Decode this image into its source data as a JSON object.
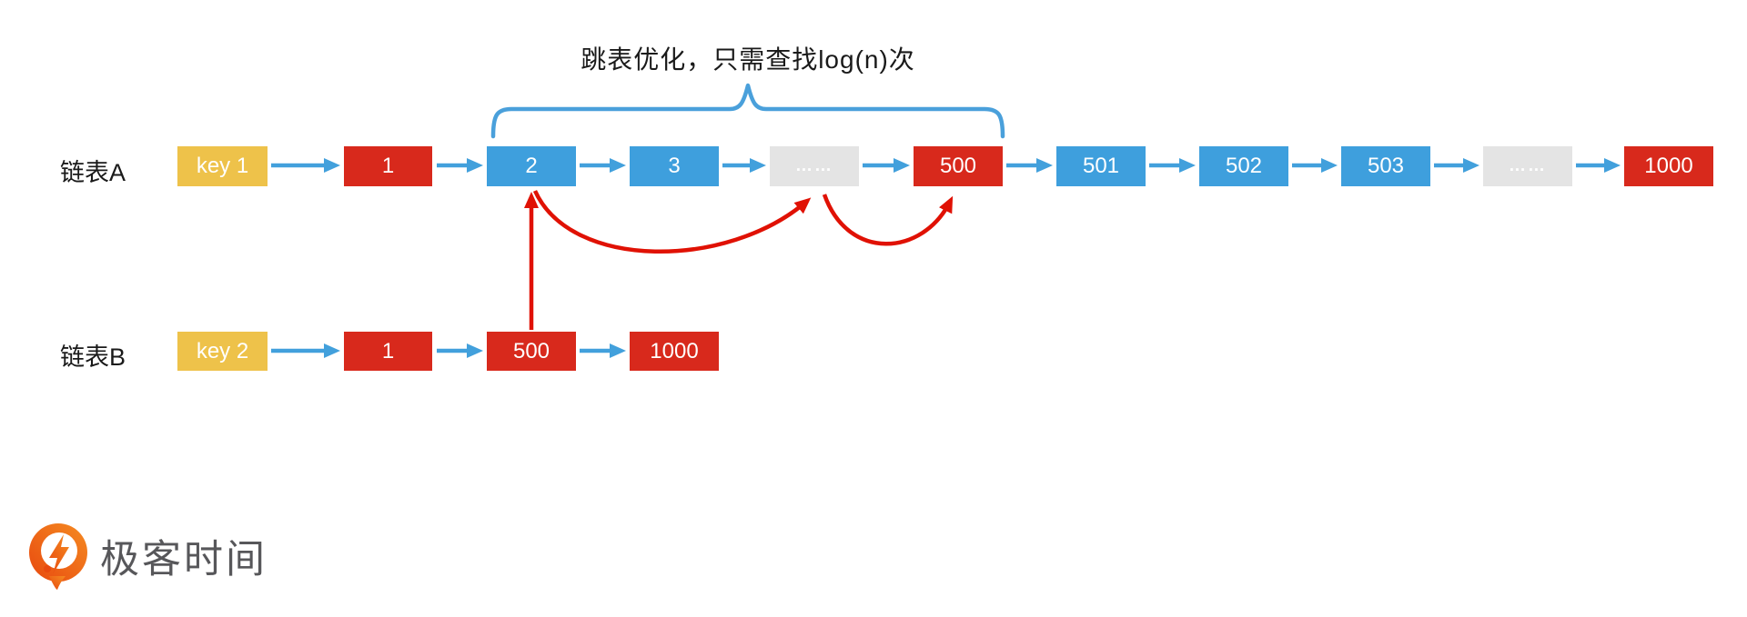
{
  "title": "跳表优化，只需查找log(n)次",
  "colors": {
    "node_blue": "#3e9fdd",
    "node_red": "#d8291c",
    "node_yellow": "#eec24a",
    "node_gray": "#e4e4e4",
    "arrow_blue": "#42a0dc",
    "arrow_red": "#e01104",
    "brace_blue": "#4aa0db",
    "text_black": "#1a1a1a",
    "logo_gray": "#57575a",
    "logo_orange": "#ee6a1f"
  },
  "lists": [
    {
      "label": "链表A",
      "nodes": [
        {
          "label": "key 1",
          "type": "yellow"
        },
        {
          "label": "1",
          "type": "red"
        },
        {
          "label": "2",
          "type": "blue"
        },
        {
          "label": "3",
          "type": "blue"
        },
        {
          "label": "……",
          "type": "gray"
        },
        {
          "label": "500",
          "type": "red"
        },
        {
          "label": "501",
          "type": "blue"
        },
        {
          "label": "502",
          "type": "blue"
        },
        {
          "label": "503",
          "type": "blue"
        },
        {
          "label": "……",
          "type": "gray"
        },
        {
          "label": "1000",
          "type": "red"
        }
      ]
    },
    {
      "label": "链表B",
      "nodes": [
        {
          "label": "key 2",
          "type": "yellow"
        },
        {
          "label": "1",
          "type": "red"
        },
        {
          "label": "500",
          "type": "red"
        },
        {
          "label": "1000",
          "type": "red"
        }
      ]
    }
  ],
  "logo": {
    "text": "极客时间"
  }
}
